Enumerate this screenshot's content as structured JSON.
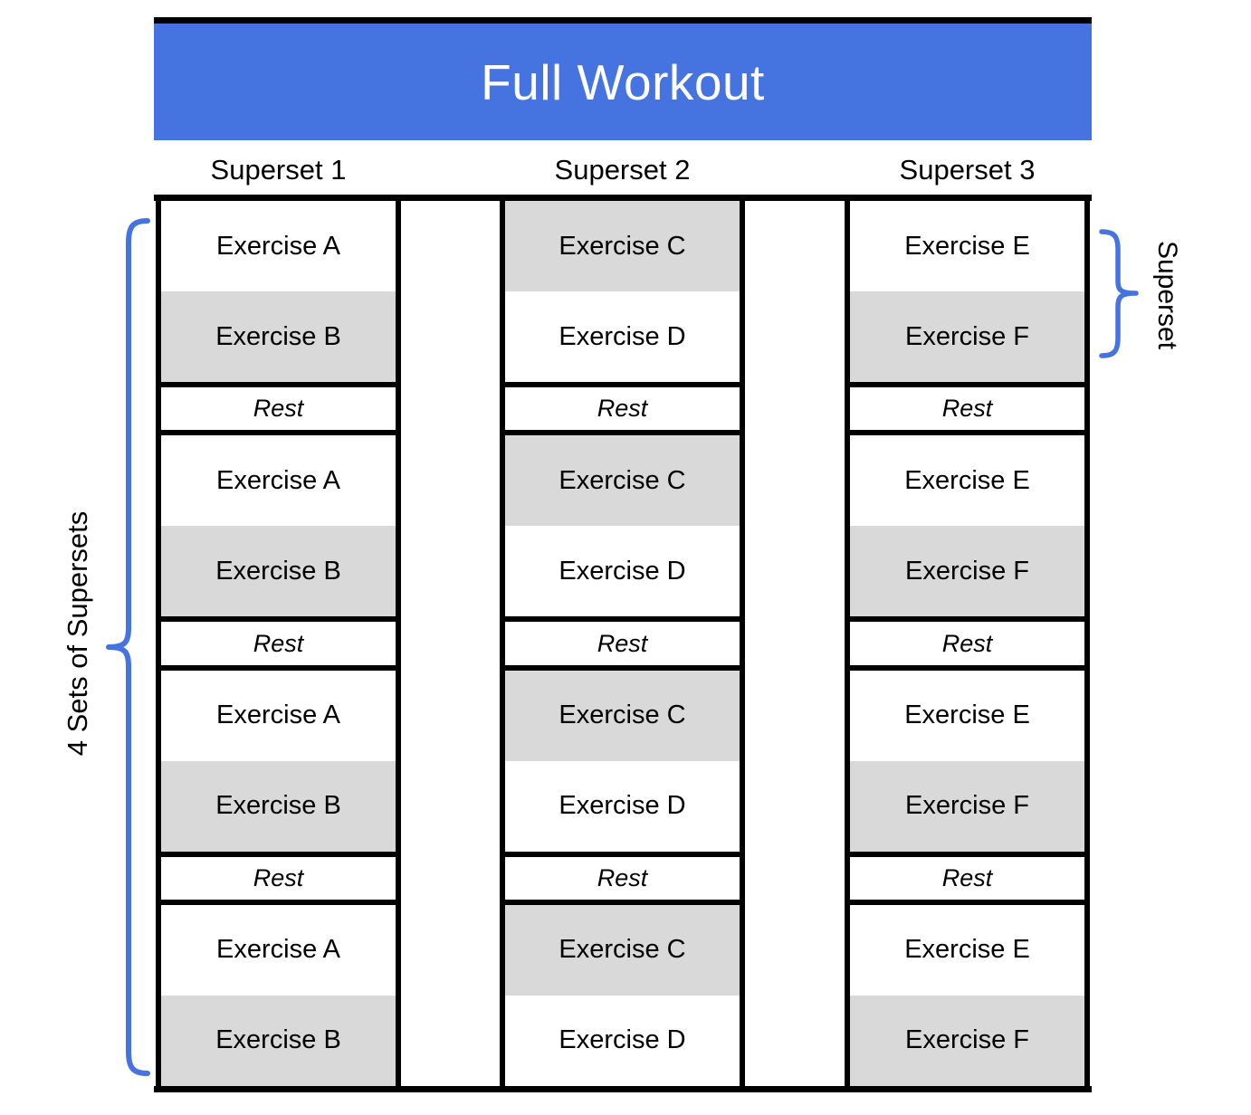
{
  "title": "Full Workout",
  "sets": 4,
  "rest_label": "Rest",
  "columns": [
    {
      "header": "Superset 1",
      "exercises": [
        "Exercise A",
        "Exercise B"
      ],
      "shaded": [
        false,
        true
      ]
    },
    {
      "header": "Superset 2",
      "exercises": [
        "Exercise C",
        "Exercise D"
      ],
      "shaded": [
        true,
        false
      ]
    },
    {
      "header": "Superset 3",
      "exercises": [
        "Exercise E",
        "Exercise F"
      ],
      "shaded": [
        false,
        true
      ]
    }
  ],
  "annotations": {
    "left": "4 Sets of Supersets",
    "right": "Superset"
  },
  "colors": {
    "banner_blue": "#4573E0",
    "brace_blue": "#4573E0",
    "cell_gray": "#D9D9D9",
    "border_black": "#000000",
    "title_text": "#FFFFFF"
  }
}
